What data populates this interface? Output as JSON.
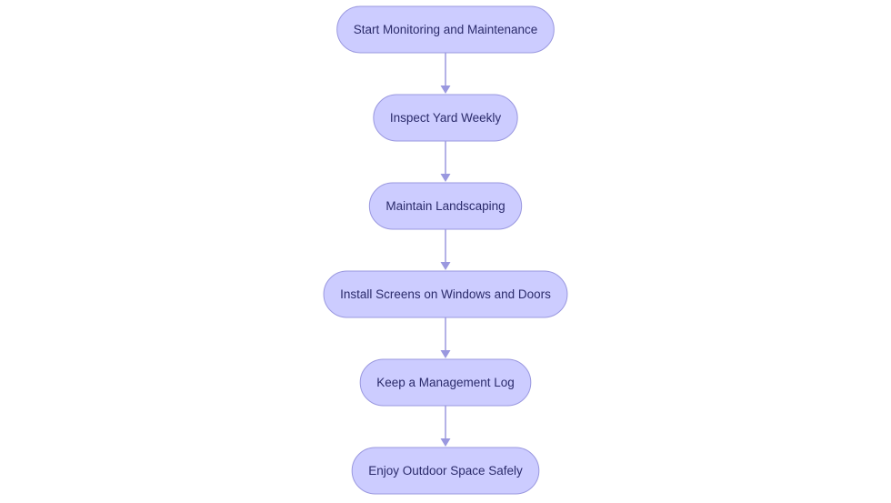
{
  "diagram": {
    "type": "flowchart",
    "direction": "top-to-bottom",
    "colors": {
      "node_fill": "#ccccff",
      "node_border": "#9a98df",
      "node_text": "#2b2b6b",
      "edge": "#9a98df"
    },
    "nodes": [
      {
        "id": "n1",
        "label": "Start Monitoring and Maintenance"
      },
      {
        "id": "n2",
        "label": "Inspect Yard Weekly"
      },
      {
        "id": "n3",
        "label": "Maintain Landscaping"
      },
      {
        "id": "n4",
        "label": "Install Screens on Windows and Doors"
      },
      {
        "id": "n5",
        "label": "Keep a Management Log"
      },
      {
        "id": "n6",
        "label": "Enjoy Outdoor Space Safely"
      }
    ],
    "edges": [
      {
        "from": "n1",
        "to": "n2"
      },
      {
        "from": "n2",
        "to": "n3"
      },
      {
        "from": "n3",
        "to": "n4"
      },
      {
        "from": "n4",
        "to": "n5"
      },
      {
        "from": "n5",
        "to": "n6"
      }
    ]
  }
}
